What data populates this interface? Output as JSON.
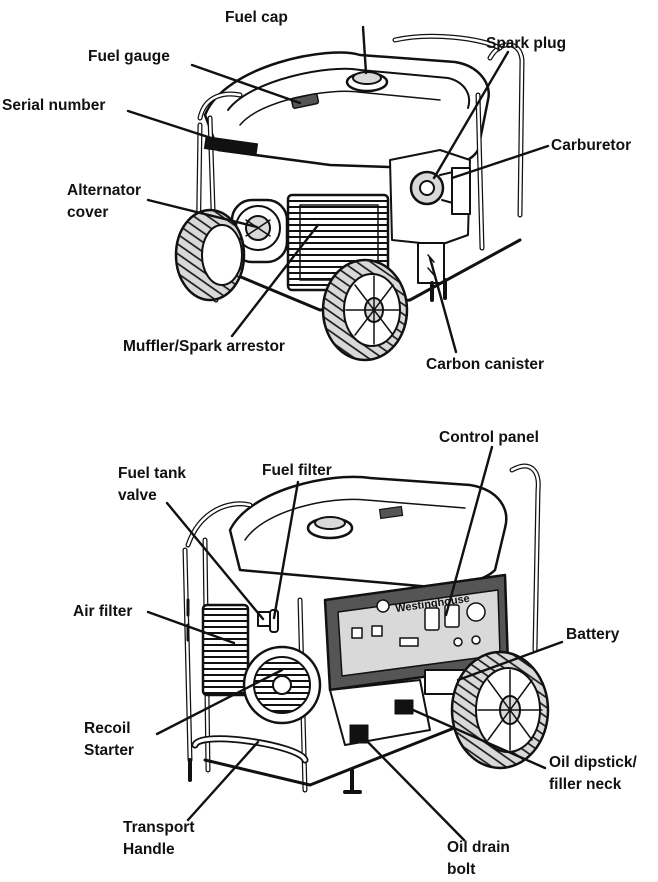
{
  "colors": {
    "ink": "#111111",
    "paper": "#ffffff",
    "shade": "#d9d9d9",
    "dark": "#555555"
  },
  "top_view": {
    "labels": {
      "fuel_cap": "Fuel cap",
      "fuel_gauge": "Fuel gauge",
      "spark_plug": "Spark plug",
      "serial_number": "Serial number",
      "carburetor": "Carburetor",
      "alternator_cover": "Alternator\ncover",
      "muffler": "Muffler/Spark arrestor",
      "carbon_canister": "Carbon canister"
    }
  },
  "bottom_view": {
    "brand": "Westinghouse",
    "labels": {
      "control_panel": "Control panel",
      "fuel_tank_valve": "Fuel tank\nvalve",
      "fuel_filter": "Fuel filter",
      "air_filter": "Air filter",
      "battery": "Battery",
      "recoil_starter": "Recoil\nStarter",
      "oil_dipstick": "Oil dipstick/\nfiller neck",
      "transport_handle": "Transport\nHandle",
      "oil_drain_bolt": "Oil drain\nbolt"
    }
  }
}
